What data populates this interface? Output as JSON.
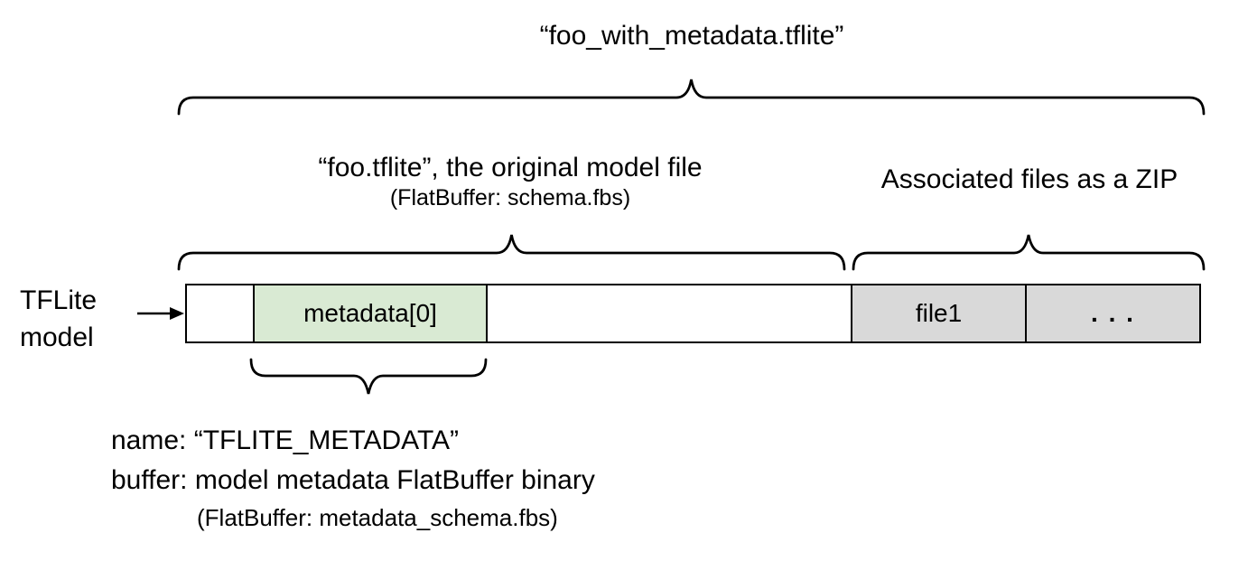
{
  "diagram": {
    "title": "“foo_with_metadata.tflite”",
    "model_file": {
      "label": "“foo.tflite”, the original model file",
      "sublabel": "(FlatBuffer: schema.fbs)"
    },
    "associated_files": {
      "label": "Associated files as a ZIP"
    },
    "pointer": {
      "line1": "TFLite",
      "line2": "model"
    },
    "bar": {
      "segments": [
        {
          "label": "",
          "color": "#ffffff"
        },
        {
          "label": "metadata[0]",
          "color": "#d9ead3"
        },
        {
          "label": "",
          "color": "#ffffff"
        },
        {
          "label": "file1",
          "color": "#d9d9d9"
        },
        {
          "label": ". . .",
          "color": "#d9d9d9"
        }
      ]
    },
    "metadata_note": {
      "line1": "name: “TFLITE_METADATA”",
      "line2": "buffer: model metadata FlatBuffer binary",
      "line3": "(FlatBuffer: metadata_schema.fbs)"
    },
    "colors": {
      "metadata_fill": "#d9ead3",
      "associated_fill": "#d9d9d9",
      "stroke": "#000000"
    }
  }
}
